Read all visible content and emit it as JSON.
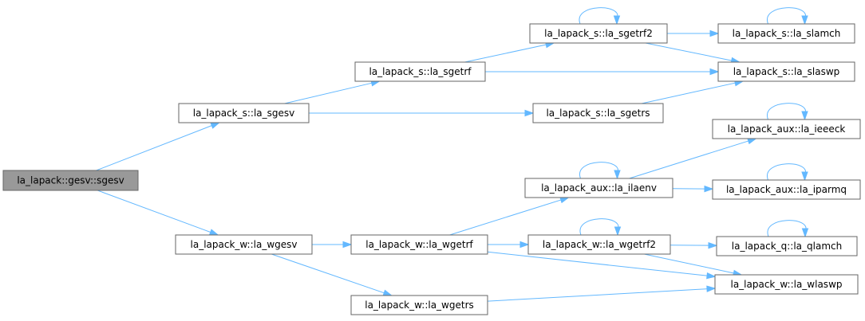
{
  "nodes": [
    {
      "id": "sgesv",
      "label": "la_lapack::gesv::sgesv",
      "root": true
    },
    {
      "id": "la_sgesv",
      "label": "la_lapack_s::la_sgesv"
    },
    {
      "id": "la_wgesv",
      "label": "la_lapack_w::la_wgesv"
    },
    {
      "id": "la_sgetrf",
      "label": "la_lapack_s::la_sgetrf"
    },
    {
      "id": "la_sgetrs",
      "label": "la_lapack_s::la_sgetrs"
    },
    {
      "id": "la_sgetrf2",
      "label": "la_lapack_s::la_sgetrf2"
    },
    {
      "id": "la_slamch",
      "label": "la_lapack_s::la_slamch"
    },
    {
      "id": "la_slaswp",
      "label": "la_lapack_s::la_slaswp"
    },
    {
      "id": "la_wgetrf",
      "label": "la_lapack_w::la_wgetrf"
    },
    {
      "id": "la_wgetrs",
      "label": "la_lapack_w::la_wgetrs"
    },
    {
      "id": "la_ilaenv",
      "label": "la_lapack_aux::la_ilaenv"
    },
    {
      "id": "la_ieeeck",
      "label": "la_lapack_aux::la_ieeeck"
    },
    {
      "id": "la_iparmq",
      "label": "la_lapack_aux::la_iparmq"
    },
    {
      "id": "la_wgetrf2",
      "label": "la_lapack_w::la_wgetrf2"
    },
    {
      "id": "la_qlamch",
      "label": "la_lapack_q::la_qlamch"
    },
    {
      "id": "la_wlaswp",
      "label": "la_lapack_w::la_wlaswp"
    }
  ],
  "edges": [
    {
      "from": "sgesv",
      "to": "la_sgesv"
    },
    {
      "from": "sgesv",
      "to": "la_wgesv"
    },
    {
      "from": "la_sgesv",
      "to": "la_sgetrf"
    },
    {
      "from": "la_sgesv",
      "to": "la_sgetrs"
    },
    {
      "from": "la_sgetrf",
      "to": "la_sgetrf2"
    },
    {
      "from": "la_sgetrf",
      "to": "la_slaswp"
    },
    {
      "from": "la_sgetrf2",
      "to": "la_sgetrf2"
    },
    {
      "from": "la_sgetrf2",
      "to": "la_slamch"
    },
    {
      "from": "la_sgetrf2",
      "to": "la_slaswp"
    },
    {
      "from": "la_slamch",
      "to": "la_slamch"
    },
    {
      "from": "la_sgetrs",
      "to": "la_slaswp"
    },
    {
      "from": "la_wgesv",
      "to": "la_wgetrf"
    },
    {
      "from": "la_wgesv",
      "to": "la_wgetrs"
    },
    {
      "from": "la_wgetrf",
      "to": "la_ilaenv"
    },
    {
      "from": "la_wgetrf",
      "to": "la_wgetrf2"
    },
    {
      "from": "la_wgetrf",
      "to": "la_wlaswp"
    },
    {
      "from": "la_ilaenv",
      "to": "la_ilaenv"
    },
    {
      "from": "la_ilaenv",
      "to": "la_ieeeck"
    },
    {
      "from": "la_ilaenv",
      "to": "la_iparmq"
    },
    {
      "from": "la_ieeeck",
      "to": "la_ieeeck"
    },
    {
      "from": "la_iparmq",
      "to": "la_iparmq"
    },
    {
      "from": "la_wgetrf2",
      "to": "la_wgetrf2"
    },
    {
      "from": "la_wgetrf2",
      "to": "la_qlamch"
    },
    {
      "from": "la_wgetrf2",
      "to": "la_wlaswp"
    },
    {
      "from": "la_qlamch",
      "to": "la_qlamch"
    },
    {
      "from": "la_wgetrs",
      "to": "la_wlaswp"
    }
  ]
}
